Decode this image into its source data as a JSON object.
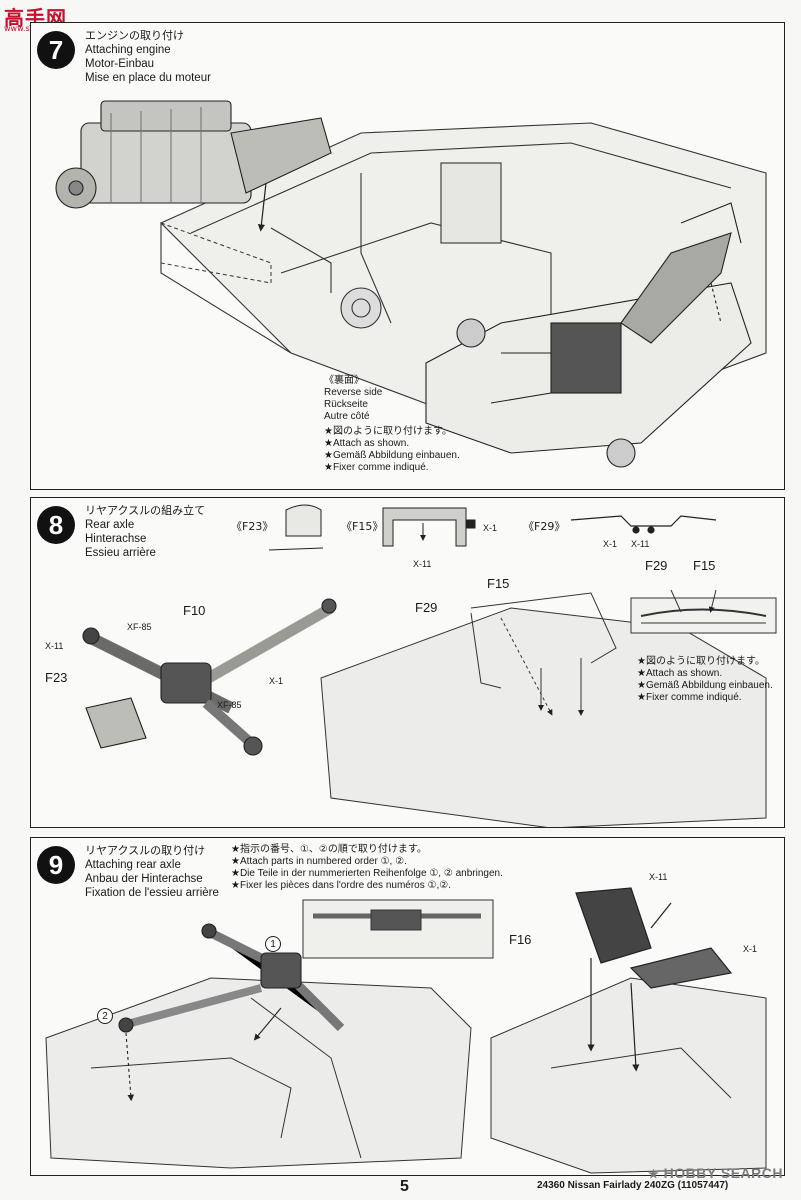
{
  "site_logo": {
    "chars": "高手网",
    "url": "www.shouban.com"
  },
  "step7": {
    "number": "7",
    "title_jp": "エンジンの取り付け",
    "title_en": "Attaching engine",
    "title_de": "Motor-Einbau",
    "title_fr": "Mise en place du moteur",
    "reverse_side": {
      "jp": "《裏面》",
      "en": "Reverse side",
      "de": "Rückseite",
      "fr": "Autre côté"
    },
    "attach_note": {
      "jp": "★図のように取り付けます。",
      "en": "★Attach as shown.",
      "de": "★Gemäß Abbildung einbauen.",
      "fr": "★Fixer comme indiqué."
    }
  },
  "step8": {
    "number": "8",
    "title_jp": "リヤアクスルの組み立て",
    "title_en": "Rear axle",
    "title_de": "Hinterachse",
    "title_fr": "Essieu arrière",
    "refs": [
      "《F23》",
      "《F15》",
      "《F29》"
    ],
    "screws": {
      "x1": "X-1",
      "x11": "X-11",
      "xf85": "XF-85"
    },
    "parts": {
      "f10": "F10",
      "f23": "F23",
      "f15": "F15",
      "f29": "F29"
    },
    "attach_note": {
      "jp": "★図のように取り付けます。",
      "en": "★Attach as shown.",
      "de": "★Gemäß Abbildung einbauen.",
      "fr": "★Fixer comme indiqué."
    }
  },
  "step9": {
    "number": "9",
    "title_jp": "リヤアクスルの取り付け",
    "title_en": "Attaching rear axle",
    "title_de": "Anbau der Hinterachse",
    "title_fr": "Fixation de l'essieu arrière",
    "order_note": {
      "jp": "★指示の番号、①、②の順で取り付けます。",
      "en": "★Attach parts in numbered order ①, ②.",
      "de": "★Die Teile in der nummerierten Reihenfolge ①, ② anbringen.",
      "fr": "★Fixer les pièces dans l'ordre des numéros ①,②."
    },
    "order1": "1",
    "order2": "2",
    "parts": {
      "f16": "F16",
      "x11": "X-11",
      "x1": "X-1"
    }
  },
  "footer": {
    "page_number": "5",
    "product": "24360 Nissan Fairlady 240ZG (11057447)",
    "watermark": "HOBBY SEARCH"
  }
}
